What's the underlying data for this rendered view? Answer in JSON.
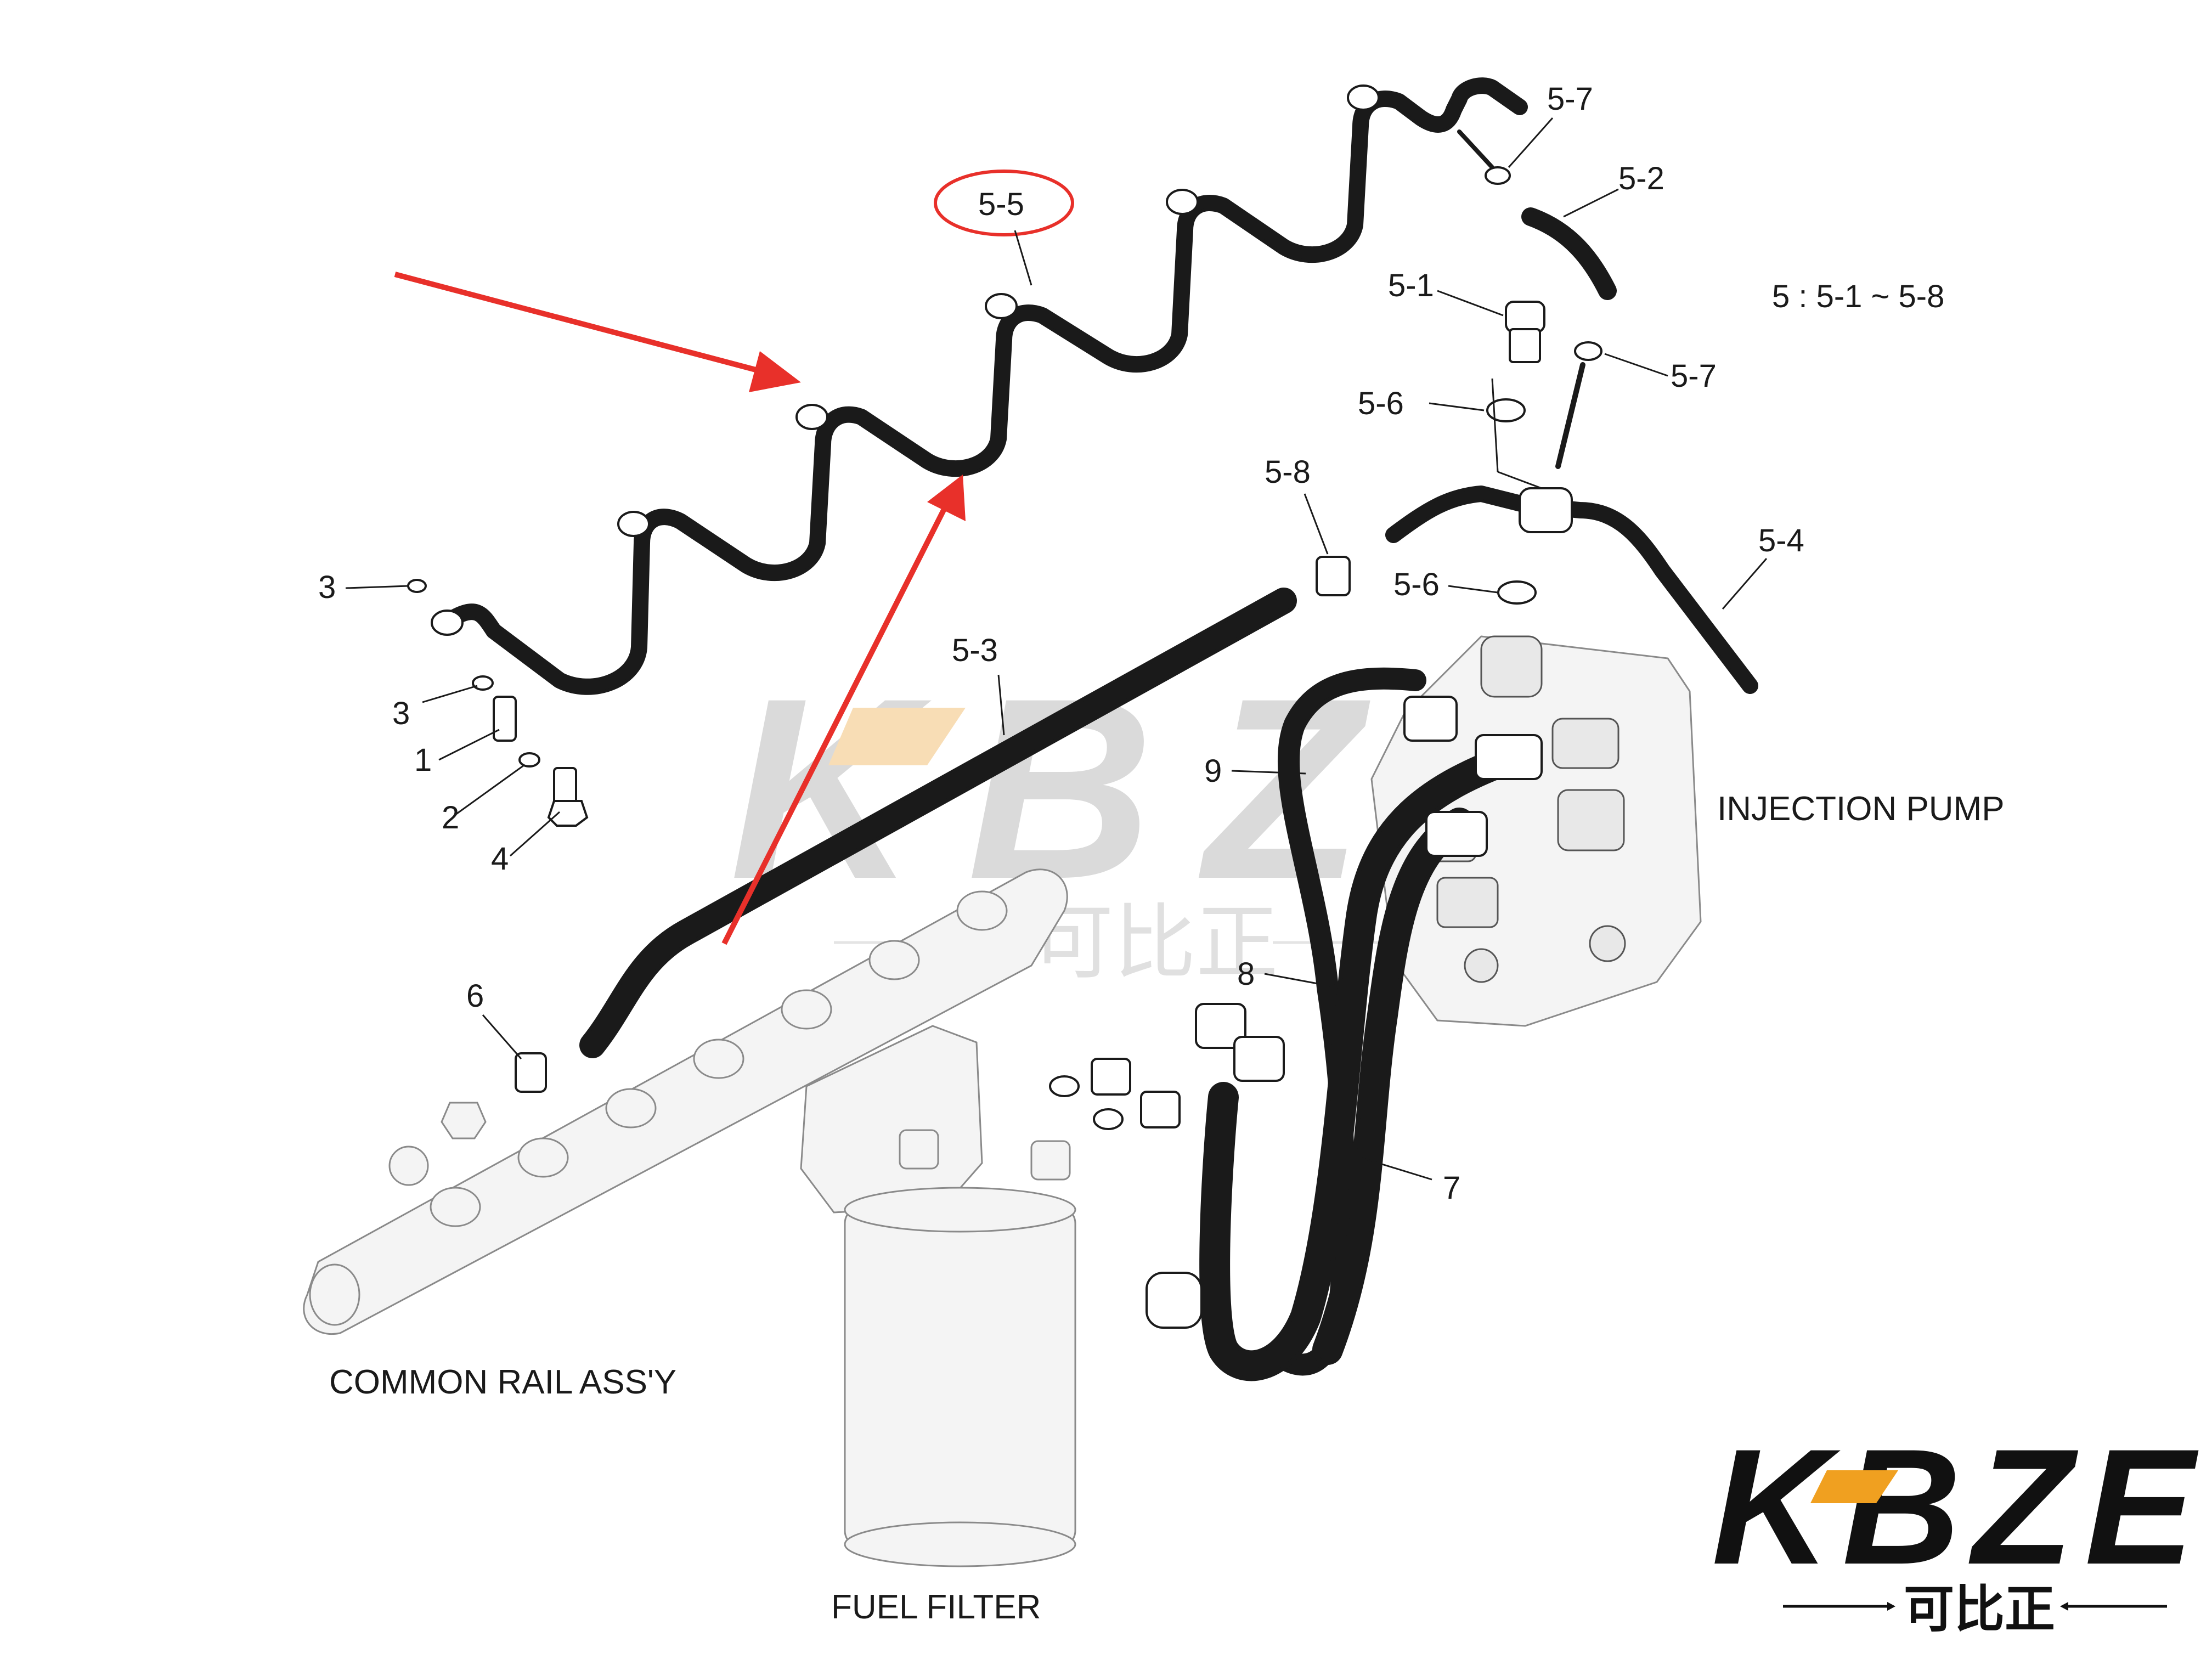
{
  "callouts": {
    "c5_5": "5-5",
    "c5_7_top": "5-7",
    "c5_2": "5-2",
    "c5_1": "5-1",
    "c5_7_right": "5-7",
    "c5_6_top": "5-6",
    "c5_8": "5-8",
    "c5_6_mid": "5-6",
    "c5_4": "5-4",
    "c5_3": "5-3",
    "c9": "9",
    "c8": "8",
    "c7": "7",
    "c6": "6",
    "c3_top": "3",
    "c3_low": "3",
    "c1": "1",
    "c2": "2",
    "c4": "4"
  },
  "group_note": "5 : 5-1 ~ 5-8",
  "captions": {
    "injection_pump": "INJECTION PUMP",
    "common_rail": "COMMON RAIL ASS'Y",
    "fuel_filter": "FUEL FILTER"
  },
  "watermark": {
    "brand": "KBZE",
    "chinese": "可比正"
  },
  "logo": {
    "brand": "KBZE",
    "chinese": "可比正"
  },
  "colors": {
    "highlight": "#e8302a",
    "accent_orange": "#f0a020",
    "ink": "#1a1a1a"
  }
}
